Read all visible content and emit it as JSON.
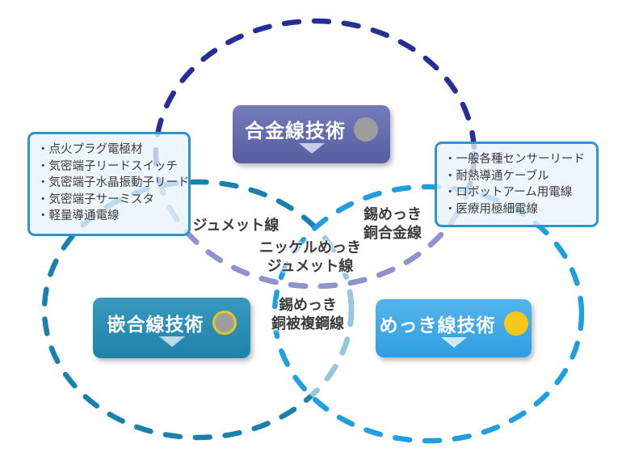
{
  "diagram_title": "wire technology venn diagram",
  "colors": {
    "navy": "#262f96",
    "lavender": "#9193ce",
    "teal": "#1a81ae",
    "teal_light": "#93c8e0",
    "sky": "#1f9ee0",
    "alloy_btn": "#565d9f",
    "alloy_btn_top": "#757cba",
    "fitting_btn": "#1f83aa",
    "fitting_btn_top": "#3a98be",
    "plating_btn": "#2f9fe2",
    "plating_btn_top": "#55b3ea",
    "box_border": "#2e94cd",
    "box_bg": "rgba(233,244,252,0.78)",
    "text_dark": "#3c3c3c",
    "gray_circle": "#9e9e9e",
    "yellow": "#f6c71c",
    "yellow_ring": "#e5c81f",
    "tri_alloy": "#c9cce8",
    "tri_fitting": "#b9ddeb",
    "tri_plating": "#cdeaf8"
  },
  "buttons": {
    "alloy": {
      "label": "合金線技術"
    },
    "fitting": {
      "label": "嵌合線技術"
    },
    "plating": {
      "label": "めっき線技術"
    }
  },
  "lists": {
    "alloy_left": {
      "items": [
        "・点火プラグ電極材",
        "・気密端子リードスイッチ",
        "・気密端子水晶振動子リード",
        "・気密端子サーミスタ",
        "・軽量導通電線"
      ]
    },
    "alloy_right": {
      "items": [
        "・一般各種センサーリード",
        "・耐熱導通ケーブル",
        "・ロボットアーム用電線",
        "・医療用極細電線"
      ]
    }
  },
  "overlap_labels": {
    "alloy_fitting": {
      "line1": "ジュメット線"
    },
    "alloy_plating": {
      "line1": "錫めっき",
      "line2": "銅合金線"
    },
    "triple": {
      "line1": "ニッケルめっき",
      "line2": "ジュメット線"
    },
    "fitting_plating": {
      "line1": "錫めっき",
      "line2": "銅被複鋼線"
    }
  }
}
